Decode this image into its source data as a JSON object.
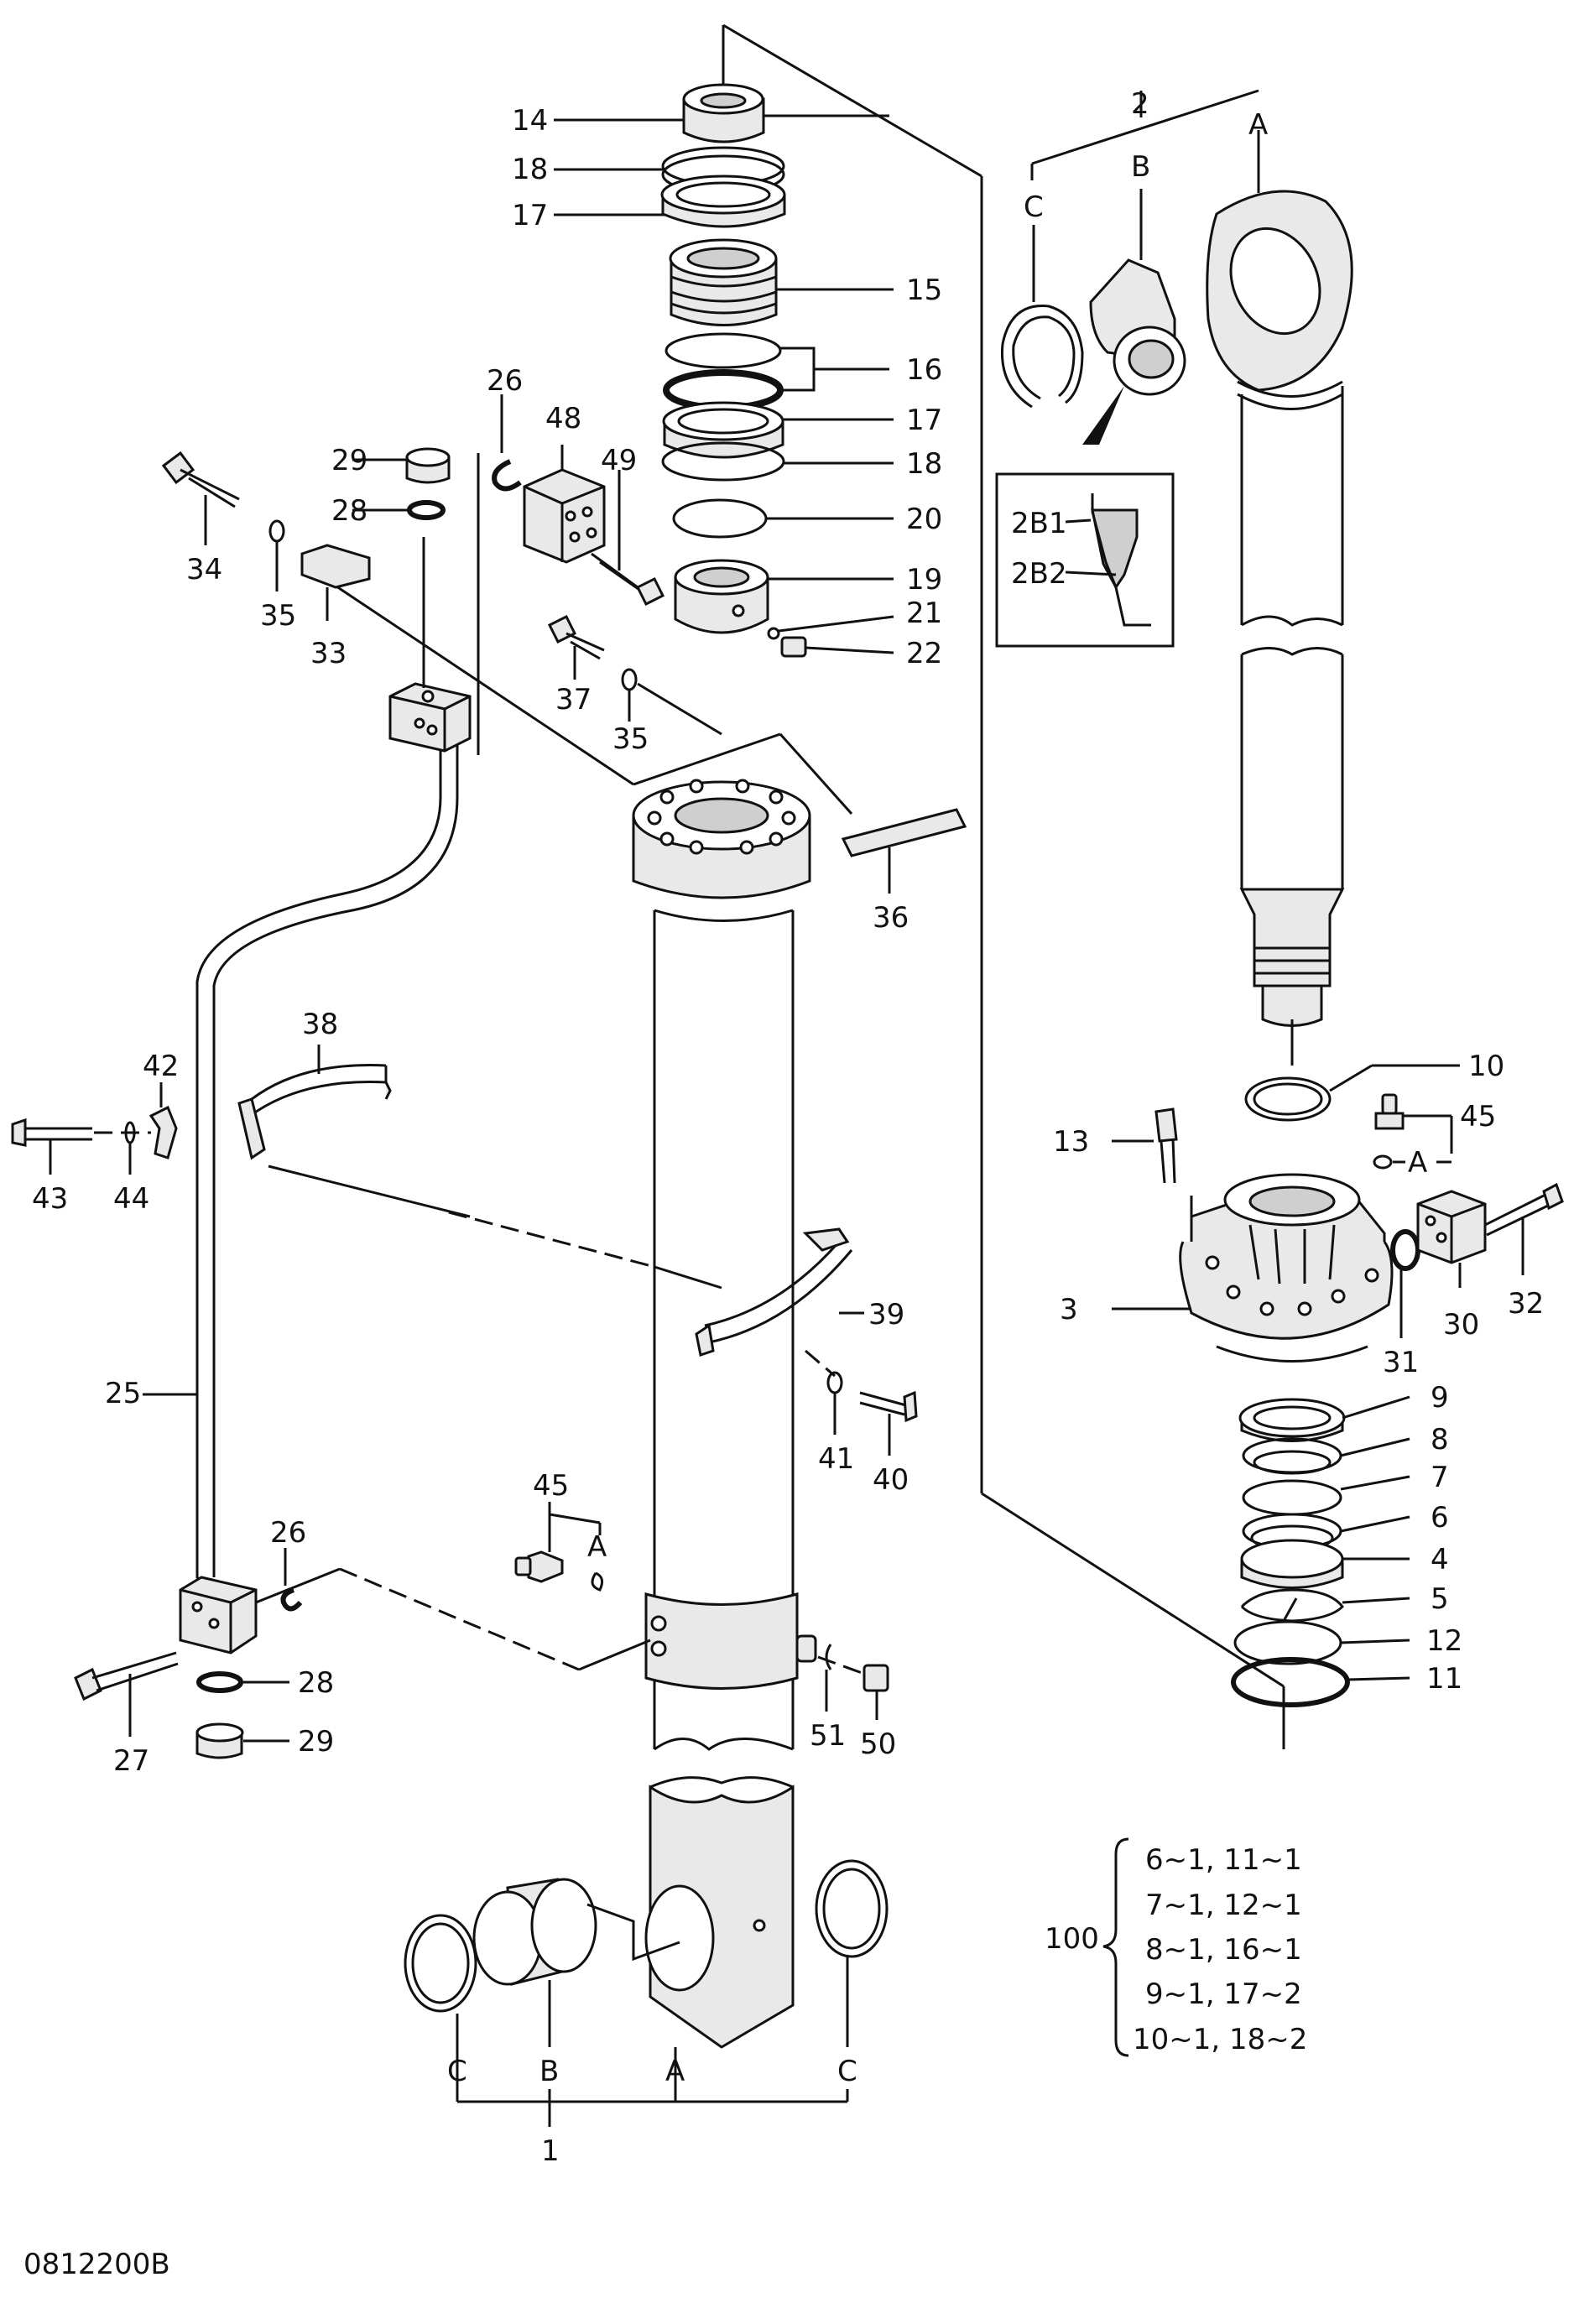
{
  "drawing_code": "0812200B",
  "callouts": {
    "c1": "1",
    "c2": "2",
    "c3": "3",
    "c4": "4",
    "c5": "5",
    "c6": "6",
    "c7": "7",
    "c8": "8",
    "c9": "9",
    "c10": "10",
    "c11": "11",
    "c12": "12",
    "c13": "13",
    "c14": "14",
    "c15": "15",
    "c16": "16",
    "c17a": "17",
    "c17b": "17",
    "c18a": "18",
    "c18b": "18",
    "c19": "19",
    "c20": "20",
    "c21": "21",
    "c22": "22",
    "c25": "25",
    "c26a": "26",
    "c26b": "26",
    "c27": "27",
    "c28a": "28",
    "c28b": "28",
    "c29a": "29",
    "c29b": "29",
    "c30": "30",
    "c31": "31",
    "c32": "32",
    "c33": "33",
    "c34": "34",
    "c35a": "35",
    "c35b": "35",
    "c36": "36",
    "c37": "37",
    "c38": "38",
    "c39": "39",
    "c40": "40",
    "c41": "41",
    "c42": "42",
    "c43": "43",
    "c44": "44",
    "c45a": "45",
    "c45b": "45",
    "c49": "49",
    "c48": "48",
    "c50": "50",
    "c51": "51",
    "A_top": "A",
    "B_top": "B",
    "C_top": "C",
    "A_mid": "A",
    "A_gland": "A",
    "A_bot": "A",
    "B_bot": "B",
    "C_bot_l": "C",
    "C_bot_r": "C",
    "d2B1": "2B1",
    "d2B2": "2B2"
  },
  "kit": {
    "number": "100",
    "lines": [
      "6~1, 11~1",
      "7~1, 12~1",
      "8~1, 16~1",
      "9~1, 17~2",
      "10~1, 18~2"
    ]
  }
}
